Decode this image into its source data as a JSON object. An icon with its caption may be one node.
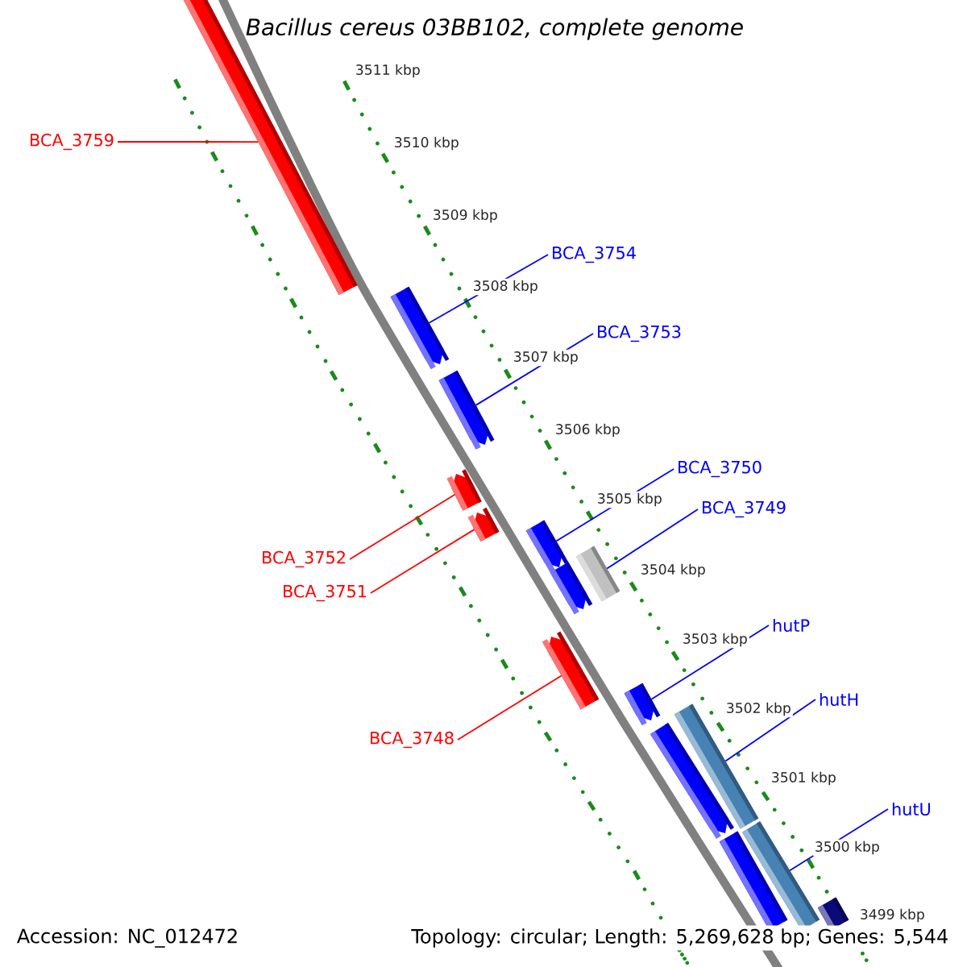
{
  "diagram": {
    "title": "Bacillus cereus 03BB102, complete genome",
    "nodes": [
      {
        "text": [
          "BCA_3759"
        ]
      },
      {
        "text": [],
        "shape": "arrow"
      },
      {
        "text": [
          "BCA_3754"
        ]
      },
      {
        "text": [],
        "shape": "arrow"
      },
      {
        "text": [
          "BCA_3753"
        ]
      },
      {
        "text": [],
        "shape": "arrow"
      },
      {
        "text": [
          "BCA_3750"
        ]
      },
      {
        "text": [
          "BCA_3752"
        ]
      },
      {
        "text": [],
        "shape": "arrow"
      },
      {
        "text": [
          "BCA_3749"
        ]
      },
      {
        "text": [],
        "shape": "arrow"
      },
      {
        "text": [
          "BCA_3751"
        ]
      },
      {
        "text": [],
        "shape": "arrow"
      },
      {
        "text": [],
        "shape": "bar"
      },
      {
        "text": [],
        "shape": "arrow"
      },
      {
        "text": [
          "hutP"
        ]
      },
      {
        "text": [
          "BCA_3748"
        ]
      },
      {
        "text": [],
        "shape": "arrow"
      },
      {
        "text": [
          "hutH"
        ]
      },
      {
        "text": [],
        "shape": "arrow"
      },
      {
        "text": [],
        "shape": "bar"
      },
      {
        "text": [],
        "shape": "arrow"
      },
      {
        "text": [
          "hutU"
        ]
      },
      {
        "text": [],
        "shape": "bar"
      },
      {
        "text": [],
        "shape": "bar"
      },
      {
        "text": [],
        "shape": "bar"
      }
    ],
    "edges": [
      {
        "from": 0,
        "to": 1,
        "arrow": "none",
        "color": "#ff0000"
      },
      {
        "from": 2,
        "to": 3,
        "arrow": "none"
      },
      {
        "from": 4,
        "to": 5,
        "arrow": "none"
      },
      {
        "from": 7,
        "to": 8,
        "arrow": "none",
        "color": "#ff0000"
      },
      {
        "from": 6,
        "to": 10,
        "arrow": "none"
      },
      {
        "from": 9,
        "to": 13,
        "arrow": "none"
      },
      {
        "from": 11,
        "to": 12,
        "arrow": "none",
        "color": "#ff0000"
      },
      {
        "from": 15,
        "to": 19,
        "arrow": "none"
      },
      {
        "from": 16,
        "to": 17,
        "arrow": "none",
        "color": "#ff0000"
      },
      {
        "from": 18,
        "to": 20,
        "arrow": "none"
      },
      {
        "from": 22,
        "to": 23,
        "arrow": "none"
      }
    ],
    "labels": [
      "3511 kbp",
      "3510 kbp",
      "3509 kbp",
      "3508 kbp",
      "3507 kbp",
      "3506 kbp",
      "3505 kbp",
      "3504 kbp",
      "3503 kbp",
      "3502 kbp",
      "3501 kbp",
      "3500 kbp",
      "3499 kbp",
      "Accession: NC_012472",
      "Topology: circular; Length: 5,269,628 bp; Genes: 5,544"
    ]
  }
}
